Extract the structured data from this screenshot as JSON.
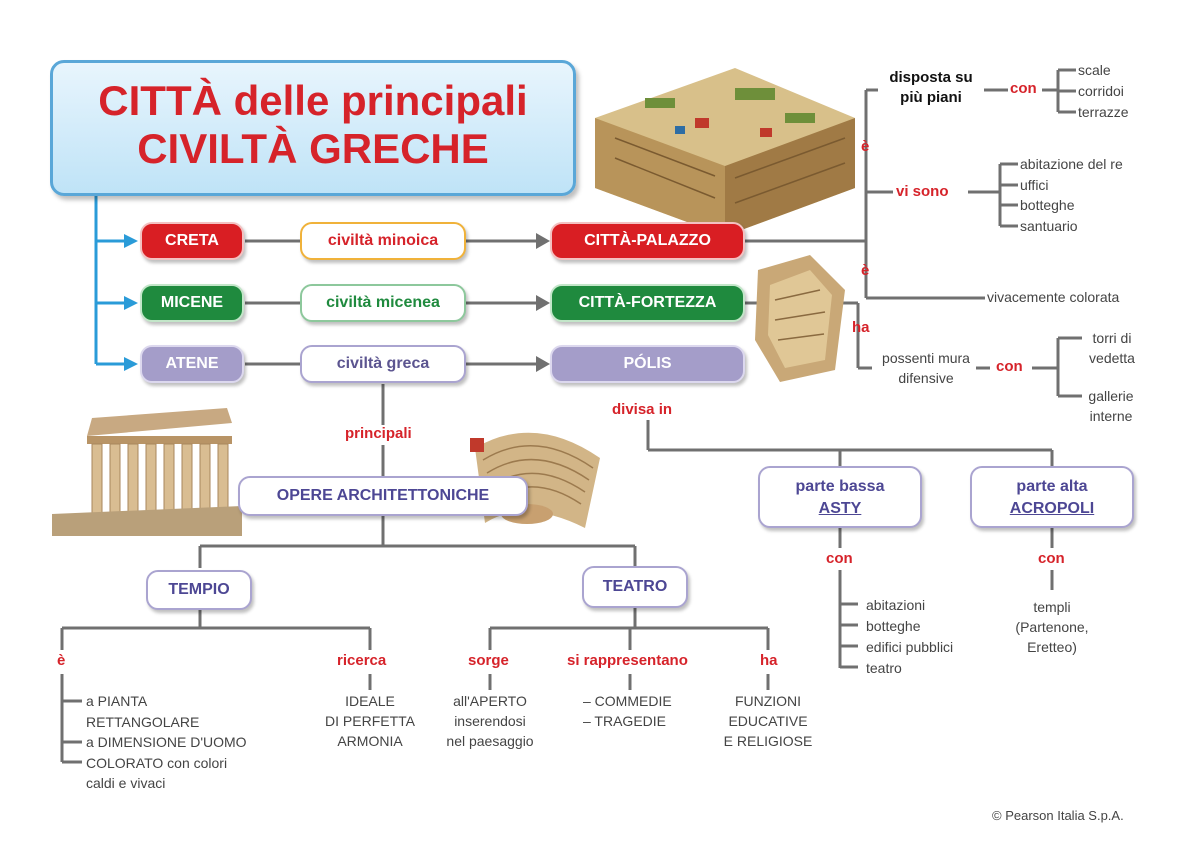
{
  "title": {
    "line1": "CITTÀ delle principali",
    "line2": "CIVILTÀ GRECHE"
  },
  "rows": [
    {
      "region": "CRETA",
      "civilization": "civiltà minoica",
      "city": "CITTÀ-PALAZZO"
    },
    {
      "region": "MICENE",
      "civilization": "civiltà micenea",
      "city": "CITTÀ-FORTEZZA"
    },
    {
      "region": "ATENE",
      "civilization": "civiltà greca",
      "city": "PÓLIS"
    }
  ],
  "palazzo": {
    "e1": "è",
    "disposta": [
      "disposta su",
      "più piani"
    ],
    "con": "con",
    "disposta_items": [
      "scale",
      "corridoi",
      "terrazze"
    ],
    "vi_sono": "vi sono",
    "vi_sono_items": [
      "abitazione del re",
      "uffici",
      "botteghe",
      "santuario"
    ],
    "e2": "è",
    "colorata": "vivacemente colorata"
  },
  "fortezza": {
    "ha": "ha",
    "mura": [
      "possenti mura",
      "difensive"
    ],
    "con": "con",
    "items": [
      [
        "torri di",
        "vedetta"
      ],
      [
        "gallerie",
        "interne"
      ]
    ]
  },
  "polis": {
    "divisa": "divisa in",
    "bassa": {
      "line1": "parte bassa",
      "line2": "ASTY",
      "con": "con",
      "items": [
        "abitazioni",
        "botteghe",
        "edifici pubblici",
        "teatro"
      ]
    },
    "alta": {
      "line1": "parte alta",
      "line2": "ACROPOLI",
      "con": "con",
      "items": [
        "templi",
        "(Partenone,",
        "Eretteo)"
      ]
    }
  },
  "greca": {
    "principali": "principali",
    "opere": "OPERE ARCHITETTONICHE",
    "tempio": {
      "label": "TEMPIO",
      "e": "è",
      "e_items": [
        "a PIANTA",
        "RETTANGOLARE",
        "a DIMENSIONE D'UOMO",
        "COLORATO con colori",
        "caldi e vivaci"
      ],
      "ricerca": "ricerca",
      "ricerca_items": [
        "IDEALE",
        "DI PERFETTA",
        "ARMONIA"
      ]
    },
    "teatro": {
      "label": "TEATRO",
      "sorge": "sorge",
      "sorge_items": [
        "all'APERTO",
        "inserendosi",
        "nel paesaggio"
      ],
      "rappresentano": "si rappresentano",
      "rappresentano_items": [
        "– COMMEDIE",
        "– TRAGEDIE"
      ],
      "ha": "ha",
      "ha_items": [
        "FUNZIONI",
        "EDUCATIVE",
        "E RELIGIOSE"
      ]
    }
  },
  "copyright": "© Pearson Italia S.p.A.",
  "colors": {
    "red": "#d91e23",
    "green": "#1f8a3e",
    "lavender": "#a49dc9",
    "blue": "#2a9bd8",
    "line": "#707070"
  }
}
